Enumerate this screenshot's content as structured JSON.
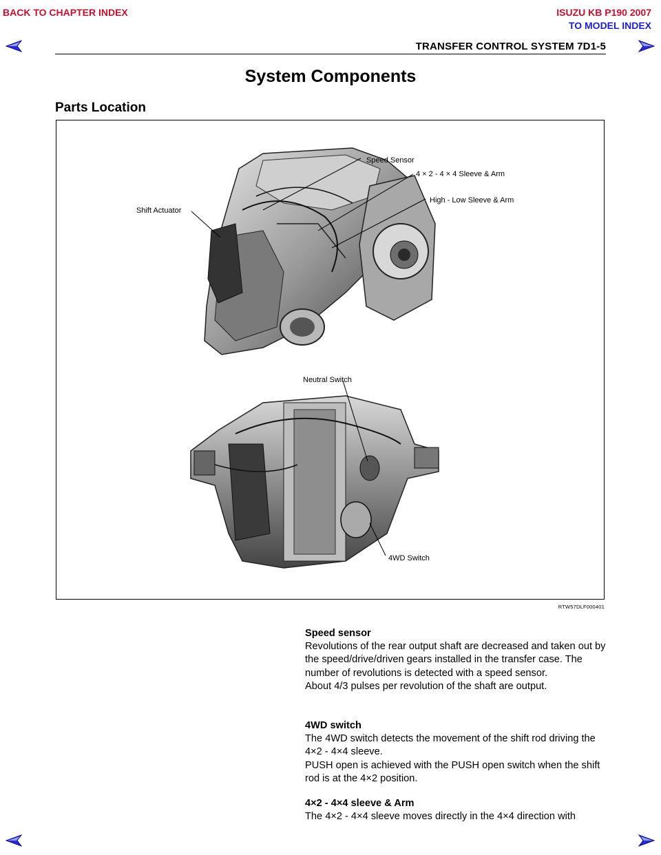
{
  "nav": {
    "back_to_chapter": "BACK TO CHAPTER INDEX",
    "model_title": "ISUZU KB P190 2007",
    "to_model_index": "TO MODEL INDEX",
    "arrow_color": "#1e1ec8",
    "back_color": "#c8102e",
    "model_color": "#c8102e",
    "index_color": "#1e1ec8"
  },
  "header": {
    "title": "TRANSFER CONTROL SYSTEM  7D1-5"
  },
  "section_title": "System Components",
  "subsection_title": "Parts Location",
  "figure": {
    "labels": {
      "speed_sensor": "Speed Sensor",
      "sleeve_4x2_4x4": "4 × 2 - 4 × 4 Sleeve & Arm",
      "high_low_sleeve": "High - Low Sleeve & Arm",
      "shift_actuator": "Shift Actuator",
      "neutral_switch": "Neutral Switch",
      "switch_4wd": "4WD Switch"
    },
    "code": "RTW57DLF000401"
  },
  "descriptions": [
    {
      "heading": "Speed sensor",
      "paragraphs": [
        "Revolutions of the rear output shaft are decreased and taken out by the speed/drive/driven gears installed in the transfer case. The number of revolutions is detected with a speed sensor.",
        "About 4/3 pulses per revolution of the shaft are output."
      ]
    },
    {
      "heading": "4WD switch",
      "paragraphs": [
        "The 4WD switch detects the movement of the shift rod driving the 4×2 - 4×4 sleeve.",
        "PUSH open is achieved with the PUSH open switch when the shift rod is at the 4×2 position."
      ]
    },
    {
      "heading": "4×2 - 4×4 sleeve & Arm",
      "paragraphs": [
        "The 4×2 - 4×4 sleeve moves directly in the 4×4 direction with"
      ]
    }
  ]
}
